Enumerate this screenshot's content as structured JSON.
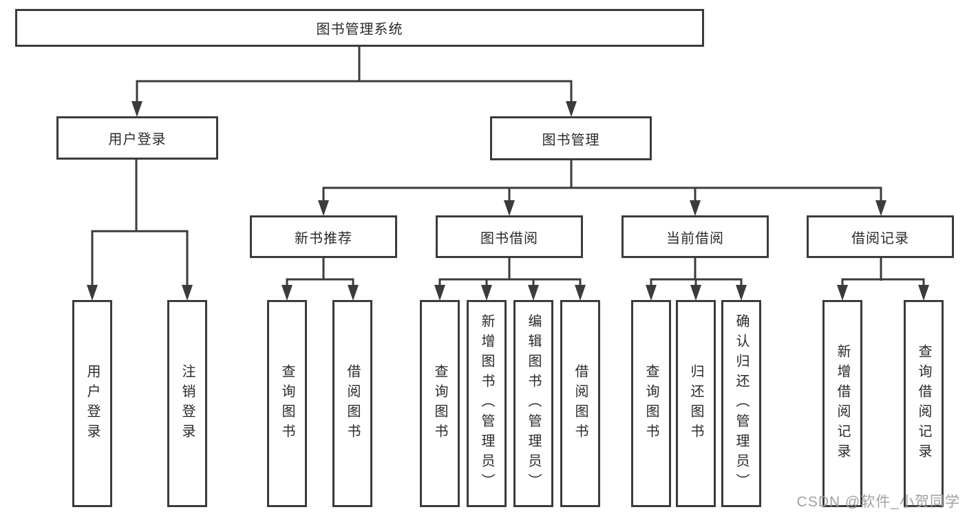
{
  "diagram_title": "图书管理系统",
  "nodes": {
    "root": {
      "label": "图书管理系统"
    },
    "user_login": {
      "label": "用户登录"
    },
    "book_mgmt": {
      "label": "图书管理"
    },
    "new_book_rec": {
      "label": "新书推荐"
    },
    "book_borrow": {
      "label": "图书借阅"
    },
    "current_borrow": {
      "label": "当前借阅"
    },
    "borrow_records": {
      "label": "借阅记录"
    },
    "leaf_user_login": {
      "label": "用户登录"
    },
    "leaf_logout": {
      "label": "注销登录"
    },
    "leaf_query_book_1": {
      "label": "查询图书"
    },
    "leaf_borrow_book_1": {
      "label": "借阅图书"
    },
    "leaf_query_book_2": {
      "label": "查询图书"
    },
    "leaf_add_book": {
      "label": "新增图书（管理员）"
    },
    "leaf_edit_book": {
      "label": "编辑图书（管理员）"
    },
    "leaf_borrow_book_2": {
      "label": "借阅图书"
    },
    "leaf_query_book_3": {
      "label": "查询图书"
    },
    "leaf_return_book": {
      "label": "归还图书"
    },
    "leaf_confirm_return": {
      "label": "确认归还（管理员）"
    },
    "leaf_add_record": {
      "label": "新增借阅记录"
    },
    "leaf_query_record": {
      "label": "查询借阅记录"
    }
  },
  "hierarchy": {
    "图书管理系统": {
      "用户登录": [
        "用户登录",
        "注销登录"
      ],
      "图书管理": {
        "新书推荐": [
          "查询图书",
          "借阅图书"
        ],
        "图书借阅": [
          "查询图书",
          "新增图书（管理员）",
          "编辑图书（管理员）",
          "借阅图书"
        ],
        "当前借阅": [
          "查询图书",
          "归还图书",
          "确认归还（管理员）"
        ],
        "借阅记录": [
          "新增借阅记录",
          "查询借阅记录"
        ]
      }
    }
  },
  "watermark": {
    "text": "CSDN @软件_小贺同学"
  },
  "colors": {
    "line": "#3b3b3b",
    "text": "#2a2a2a",
    "box_bg": "#ffffff",
    "watermark": "#a0a0a0"
  }
}
